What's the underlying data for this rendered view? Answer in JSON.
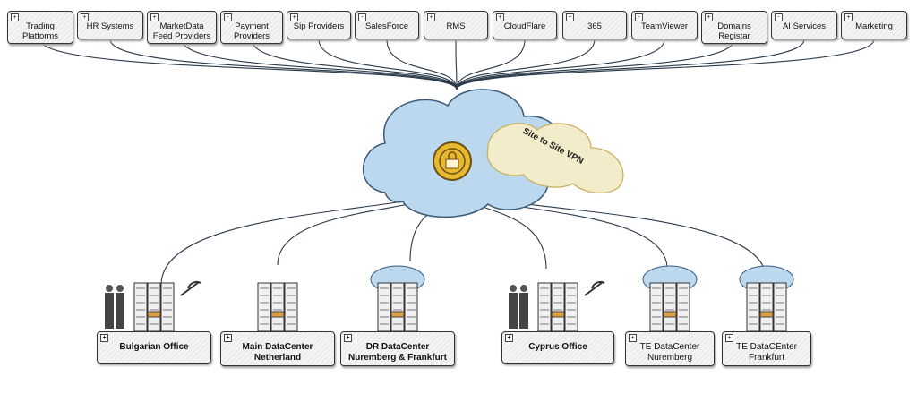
{
  "top_nodes": [
    {
      "label": "Trading Platforms",
      "toggle": "+"
    },
    {
      "label": "HR Systems",
      "toggle": "+"
    },
    {
      "label": "MarketData Feed Providers",
      "toggle": "+"
    },
    {
      "label": "Payment Providers",
      "toggle": "-"
    },
    {
      "label": "Sip Providers",
      "toggle": "+"
    },
    {
      "label": "SalesForce",
      "toggle": "-"
    },
    {
      "label": "RMS",
      "toggle": "+"
    },
    {
      "label": "CloudFlare",
      "toggle": "+"
    },
    {
      "label": "365",
      "toggle": "+"
    },
    {
      "label": "TeamViewer",
      "toggle": "-"
    },
    {
      "label": "Domains Registar",
      "toggle": "+"
    },
    {
      "label": "AI Services",
      "toggle": "-"
    },
    {
      "label": "Marketing",
      "toggle": "+"
    }
  ],
  "center": {
    "vpn_label": "Site to Site VPN",
    "icon": "lock-firewall-icon",
    "cloud_color": "#bcd8ef",
    "vpn_color": "#f3eccb",
    "hub_color": "#e8b830"
  },
  "bottom_nodes": [
    {
      "label": "Bulgarian Office",
      "toggle": "+",
      "icon": "office-people-servers-icon"
    },
    {
      "label": "Main DataCenter Netherland",
      "toggle": "+",
      "icon": "server-rack-icon"
    },
    {
      "label": "DR DataCenter Nuremberg & Frankfurt",
      "toggle": "+",
      "icon": "cloud-server-icon"
    },
    {
      "label": "Cyprus Office",
      "toggle": "+",
      "icon": "office-people-servers-icon"
    },
    {
      "label": "TE DataCenter Nuremberg",
      "toggle": "+",
      "icon": "cloud-server-icon"
    },
    {
      "label": "TE DataCEnter Frankfurt",
      "toggle": "+",
      "icon": "cloud-server-icon"
    }
  ]
}
